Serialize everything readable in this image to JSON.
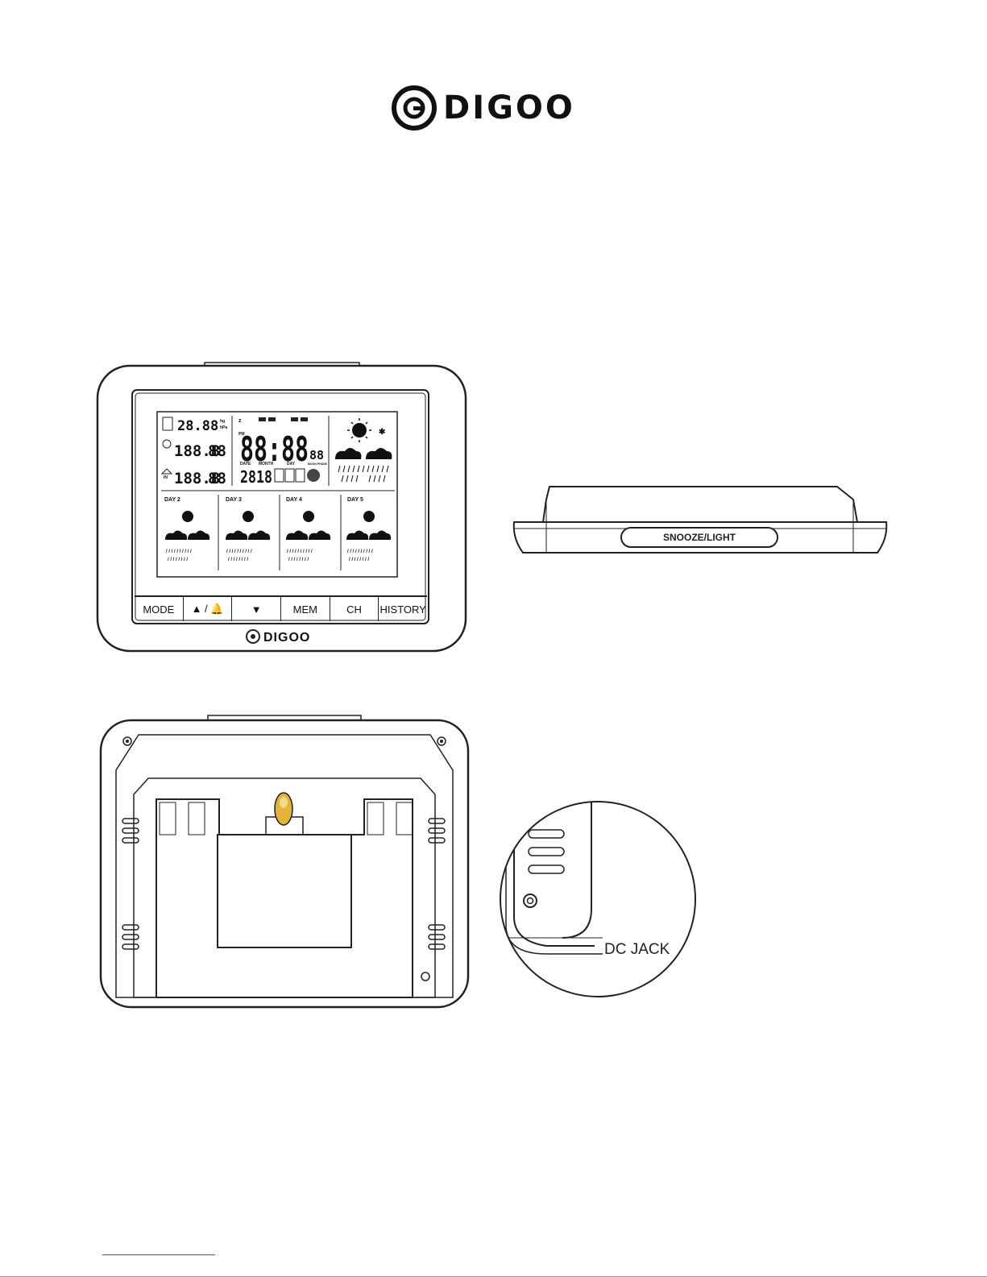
{
  "brand": {
    "name": "DIGOO",
    "logo_icon": "digoo-circle-logo-icon"
  },
  "front_view": {
    "lcd": {
      "pressure": "28.88",
      "pressure_units": [
        "hg",
        "hPa"
      ],
      "outdoor_temp": "188.8",
      "outdoor_humidity": "88",
      "indoor_temp": "188.8",
      "indoor_humidity": "88",
      "indoor_label": "IN",
      "time": "88:88",
      "seconds": "88",
      "pm_label": "PM",
      "date_labels": [
        "DATE",
        "MONTH",
        "DAY"
      ],
      "moon_label": "MOON PHASE",
      "year": "2818",
      "forecast_days": [
        "DAY 2",
        "DAY 3",
        "DAY 4",
        "DAY 5"
      ]
    },
    "buttons": [
      {
        "label": "MODE",
        "name": "mode-button"
      },
      {
        "label": "▲ / 🔔",
        "name": "up-alarm-button"
      },
      {
        "label": "▼",
        "name": "down-button"
      },
      {
        "label": "MEM",
        "name": "mem-button"
      },
      {
        "label": "CH",
        "name": "ch-button"
      },
      {
        "label": "HISTORY",
        "name": "history-button"
      }
    ]
  },
  "top_view": {
    "snooze_label": "SNOOZE/LIGHT"
  },
  "detail_view": {
    "dc_jack_label": "DC JACK"
  }
}
